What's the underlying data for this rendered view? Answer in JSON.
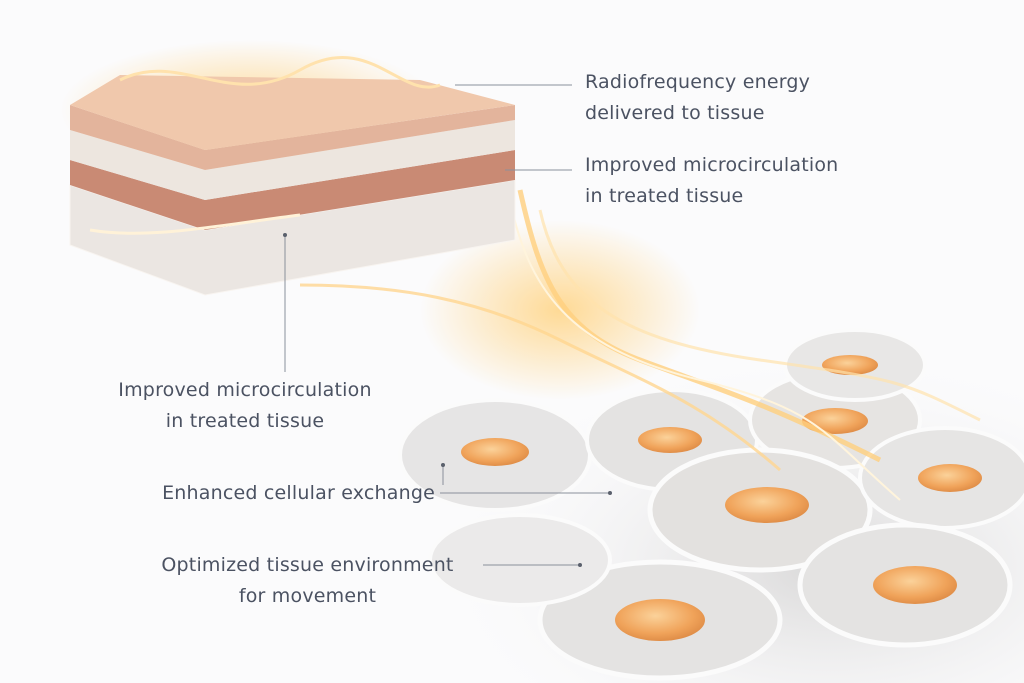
{
  "labels": {
    "rf_energy": [
      "Radiofrequency energy",
      "delivered to tissue"
    ],
    "microcirculation_right": [
      "Improved microcirculation",
      "in treated tissue"
    ],
    "microcirculation_left": [
      "Improved microcirculation",
      "in treated tissue"
    ],
    "cellular_exchange": "Enhanced cellular exchange",
    "tissue_environment": [
      "Optimized tissue environment",
      "for movement"
    ]
  },
  "colors": {
    "text": "#4b5262",
    "nucleus": "#f0a860",
    "glow": "#ffc870",
    "skin": "#e3b49c",
    "muscle": "#c98a74"
  }
}
